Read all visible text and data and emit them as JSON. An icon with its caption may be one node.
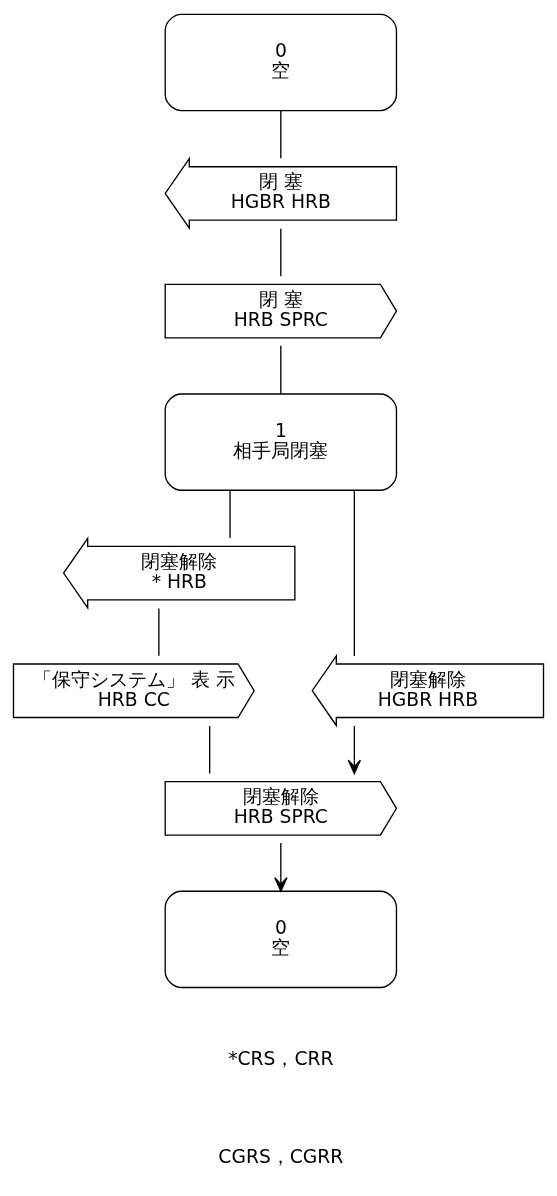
{
  "diagram": {
    "nodes": [
      {
        "text": [
          "0",
          "空"
        ]
      },
      {
        "text": [
          "閉 塞",
          "HGBR HRB"
        ]
      },
      {
        "text": [
          "閉 塞",
          "HRB SPRC"
        ]
      },
      {
        "text": [
          "1",
          "相手局閉塞"
        ]
      },
      {
        "text": [
          "閉塞解除",
          "* HRB"
        ]
      },
      {
        "text": [
          "閉塞解除",
          "HGBR HRB"
        ]
      },
      {
        "text": [
          "「保守システム」 表 示",
          "HRB CC"
        ]
      },
      {
        "text": [
          "閉塞解除",
          "HRB SPRC"
        ]
      },
      {
        "text": [
          "0",
          "空"
        ]
      }
    ],
    "edges": [
      {
        "from": 0,
        "to": 1,
        "arrow": "none"
      },
      {
        "from": 1,
        "to": 2,
        "arrow": "none"
      },
      {
        "from": 2,
        "to": 3,
        "arrow": "none"
      },
      {
        "from": 3,
        "to": 4,
        "arrow": "none"
      },
      {
        "from": 3,
        "to": 5,
        "arrow": "none"
      },
      {
        "from": 4,
        "to": 6,
        "arrow": "none"
      },
      {
        "from": 6,
        "to": 7,
        "arrow": "none"
      },
      {
        "from": 5,
        "to": 7,
        "arrow": "to"
      },
      {
        "from": 7,
        "to": 8,
        "arrow": "to"
      }
    ],
    "labels": [
      "*CRS，CRR",
      "CGRS，CGRR"
    ]
  }
}
